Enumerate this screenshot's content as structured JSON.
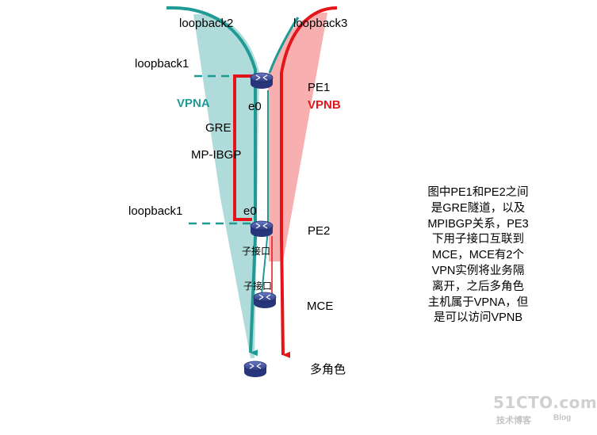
{
  "labels": {
    "loopback2": "loopback2",
    "loopback3": "loopback3",
    "loopback1_top": "loopback1",
    "loopback1_bottom": "loopback1",
    "vpna": "VPNA",
    "vpnb": "VPNB",
    "gre": "GRE",
    "mp_ibgp": "MP-IBGP",
    "e0_top": "e0",
    "e0_bottom": "e0",
    "pe1": "PE1",
    "pe2": "PE2",
    "mce": "MCE",
    "multi_role": "多角色",
    "subif_1": "子接口",
    "subif_2": "子接口"
  },
  "description": "图中PE1和PE2之间\n是GRE隧道，以及\nMPIBGP关系，PE3\n下用子接口互联到\nMCE，MCE有2个\nVPN实例将业务隔\n离开，之后多角色\n主机属于VPNA，但\n是可以访问VPNB",
  "watermark": {
    "site": "51CTO.com",
    "sub": "技术博客",
    "blog": "Blog"
  },
  "colors": {
    "vpna": "#1f9a94",
    "vpna_fill": "#a6d8d6",
    "vpnb": "#e4141b",
    "vpnb_fill": "#f7a6a6",
    "router": "#3d4f9a",
    "gre_tunnel": "#e4141b"
  }
}
